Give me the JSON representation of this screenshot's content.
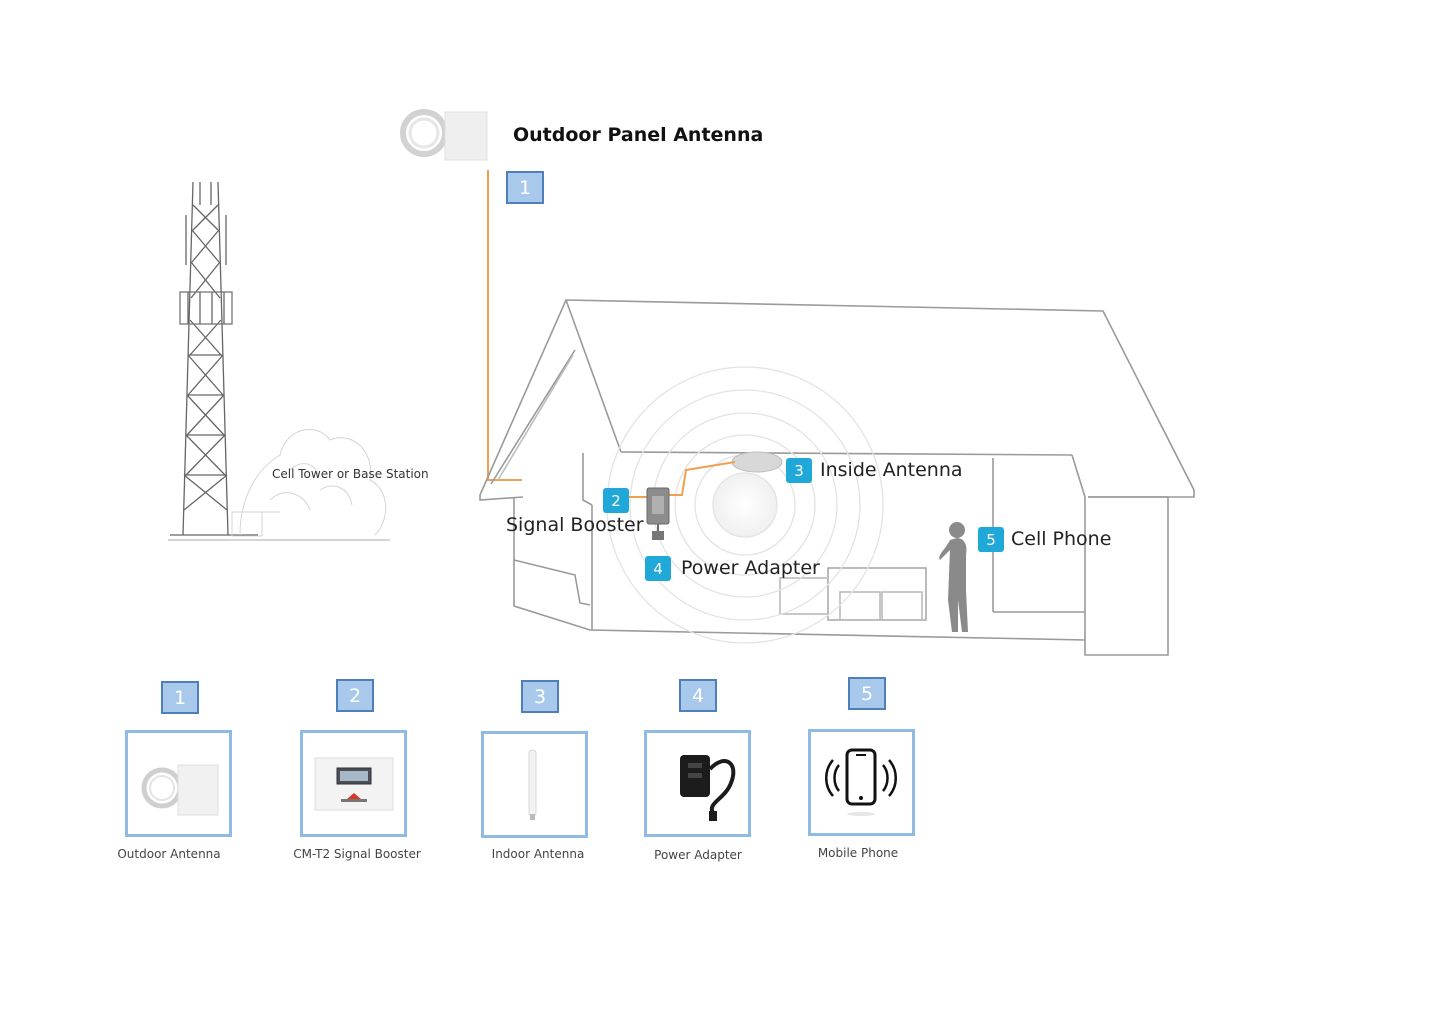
{
  "title": "Outdoor Panel Antenna",
  "tower_label": "Cell Tower or Base Station",
  "steps": [
    {
      "num": "1"
    },
    {
      "num": "2"
    },
    {
      "num": "3"
    },
    {
      "num": "4"
    },
    {
      "num": "5"
    }
  ],
  "house_labels": {
    "signal_booster": "Signal Booster",
    "inside_antenna": "Inside Antenna",
    "power_adapter": "Power Adapter",
    "cell_phone": "Cell Phone"
  },
  "products": [
    {
      "num": "1",
      "caption": "Outdoor Antenna",
      "icon": "panel-antenna-icon"
    },
    {
      "num": "2",
      "caption": "CM-T2 Signal Booster",
      "icon": "signal-booster-icon"
    },
    {
      "num": "3",
      "caption": "Indoor Antenna",
      "icon": "indoor-antenna-icon"
    },
    {
      "num": "4",
      "caption": "Power Adapter",
      "icon": "power-adapter-icon"
    },
    {
      "num": "5",
      "caption": "Mobile Phone",
      "icon": "mobile-phone-icon"
    }
  ],
  "colors": {
    "cable": "#f0a050",
    "badge_square": "#a8c9ec",
    "badge_square_border": "#4e7fb8",
    "badge_cyan": "#1fa8d8",
    "product_border": "#8fbbe3"
  }
}
